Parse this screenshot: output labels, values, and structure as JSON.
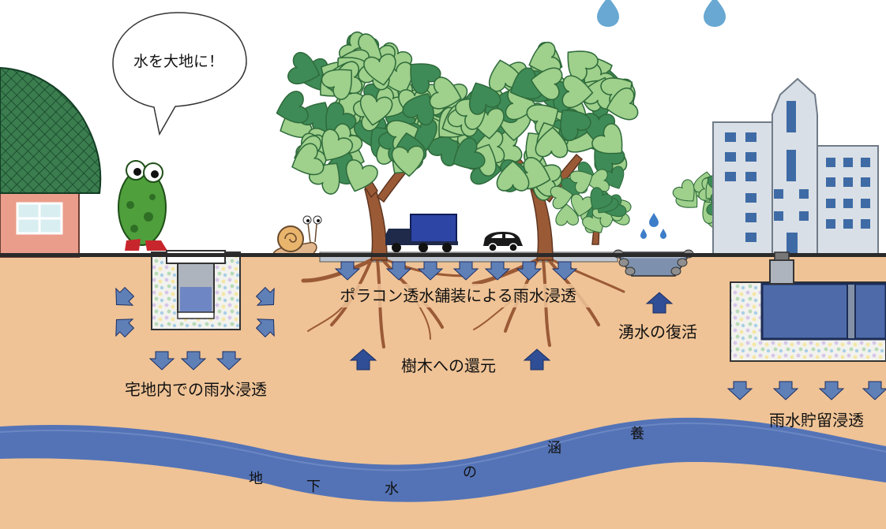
{
  "speech_bubble": "水を大地に！",
  "labels": {
    "porous_pavement": "ポラコン透水舗装による雨水浸透",
    "spring_revival": "湧水の復活",
    "tree_return": "樹木への還元",
    "residential": "宅地内での雨水浸透",
    "storage": "雨水貯留浸透"
  },
  "groundwater_chars": [
    "地",
    "下",
    "水",
    "の",
    "涵",
    "養"
  ],
  "colors": {
    "soil": "#efc396",
    "ground_line": "#2a2a2a",
    "groundwater": "#5473b6",
    "arrow": "#5f7fb7",
    "arrow_dark": "#2f4e95",
    "leaf": "#9fd08c",
    "leaf_dark": "#3e8b57",
    "trunk": "#9b5a36",
    "roof": "#3b7d4e",
    "house_wall": "#ea9d8a",
    "building": "#d9dfe6",
    "window": "#3e6ba5",
    "frog": "#4f9f3c",
    "truck": "#2d45a5",
    "drop": "#68a8d2"
  }
}
